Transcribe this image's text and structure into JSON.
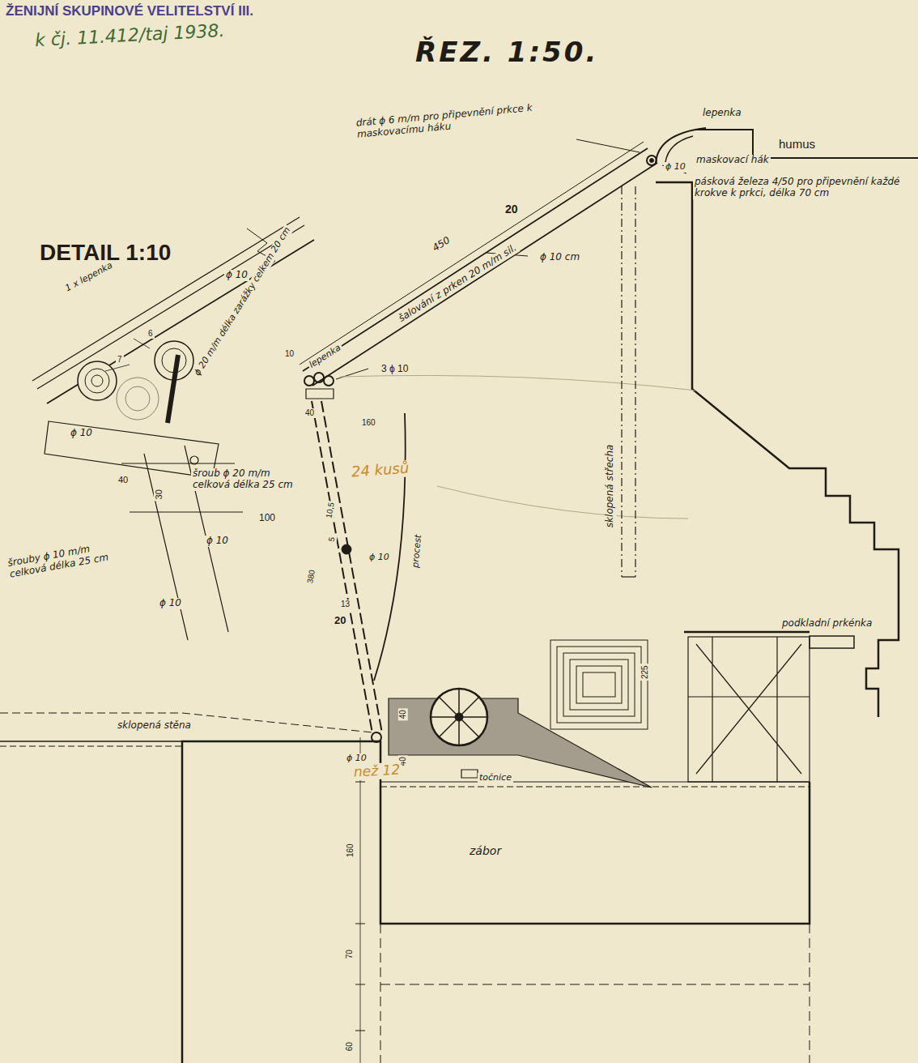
{
  "diagram": {
    "title": "ŘEZ. 1:50.",
    "labels": [
      "ŽENIJNÍ SKUPINOVÉ VELITELSTVÍ III.",
      "k čj. 11.412/taj 1938.",
      "DETAIL 1:10",
      "1 x lepenka",
      "ϕ 10",
      "ϕ 20 m/m délka zarážky celkem 20 cm",
      "šalování z prken 20 m/m sil.",
      "450",
      "20",
      "ϕ 10 cm",
      "drát ϕ 6 m/m pro připevnění prkce k maskovacímu háku",
      "lepenka",
      "humus",
      "ϕ 10",
      "maskovací hák",
      "pásková železa 4/50 pro připevnění každé krokve k prkci, délka 70 cm",
      "10",
      "lepenka",
      "3 ϕ 10",
      "40",
      "160",
      "24 kusů",
      "ϕ 10",
      "40",
      "30",
      "šroub ϕ 20 m/m celková délka 25 cm",
      "100",
      "šrouby ϕ 10 m/m celková délka 25 cm",
      "ϕ 10",
      "ϕ 10",
      "7",
      "6",
      "5",
      "10,5",
      "ϕ 10",
      "380",
      "13",
      "20",
      "procest",
      "sklopená střecha",
      "225",
      "podkladní prkénka",
      "sklopená stěna",
      "ϕ 10",
      "40",
      "40",
      "než 12",
      "točnice",
      "zábor",
      "160",
      "70",
      "60"
    ]
  }
}
